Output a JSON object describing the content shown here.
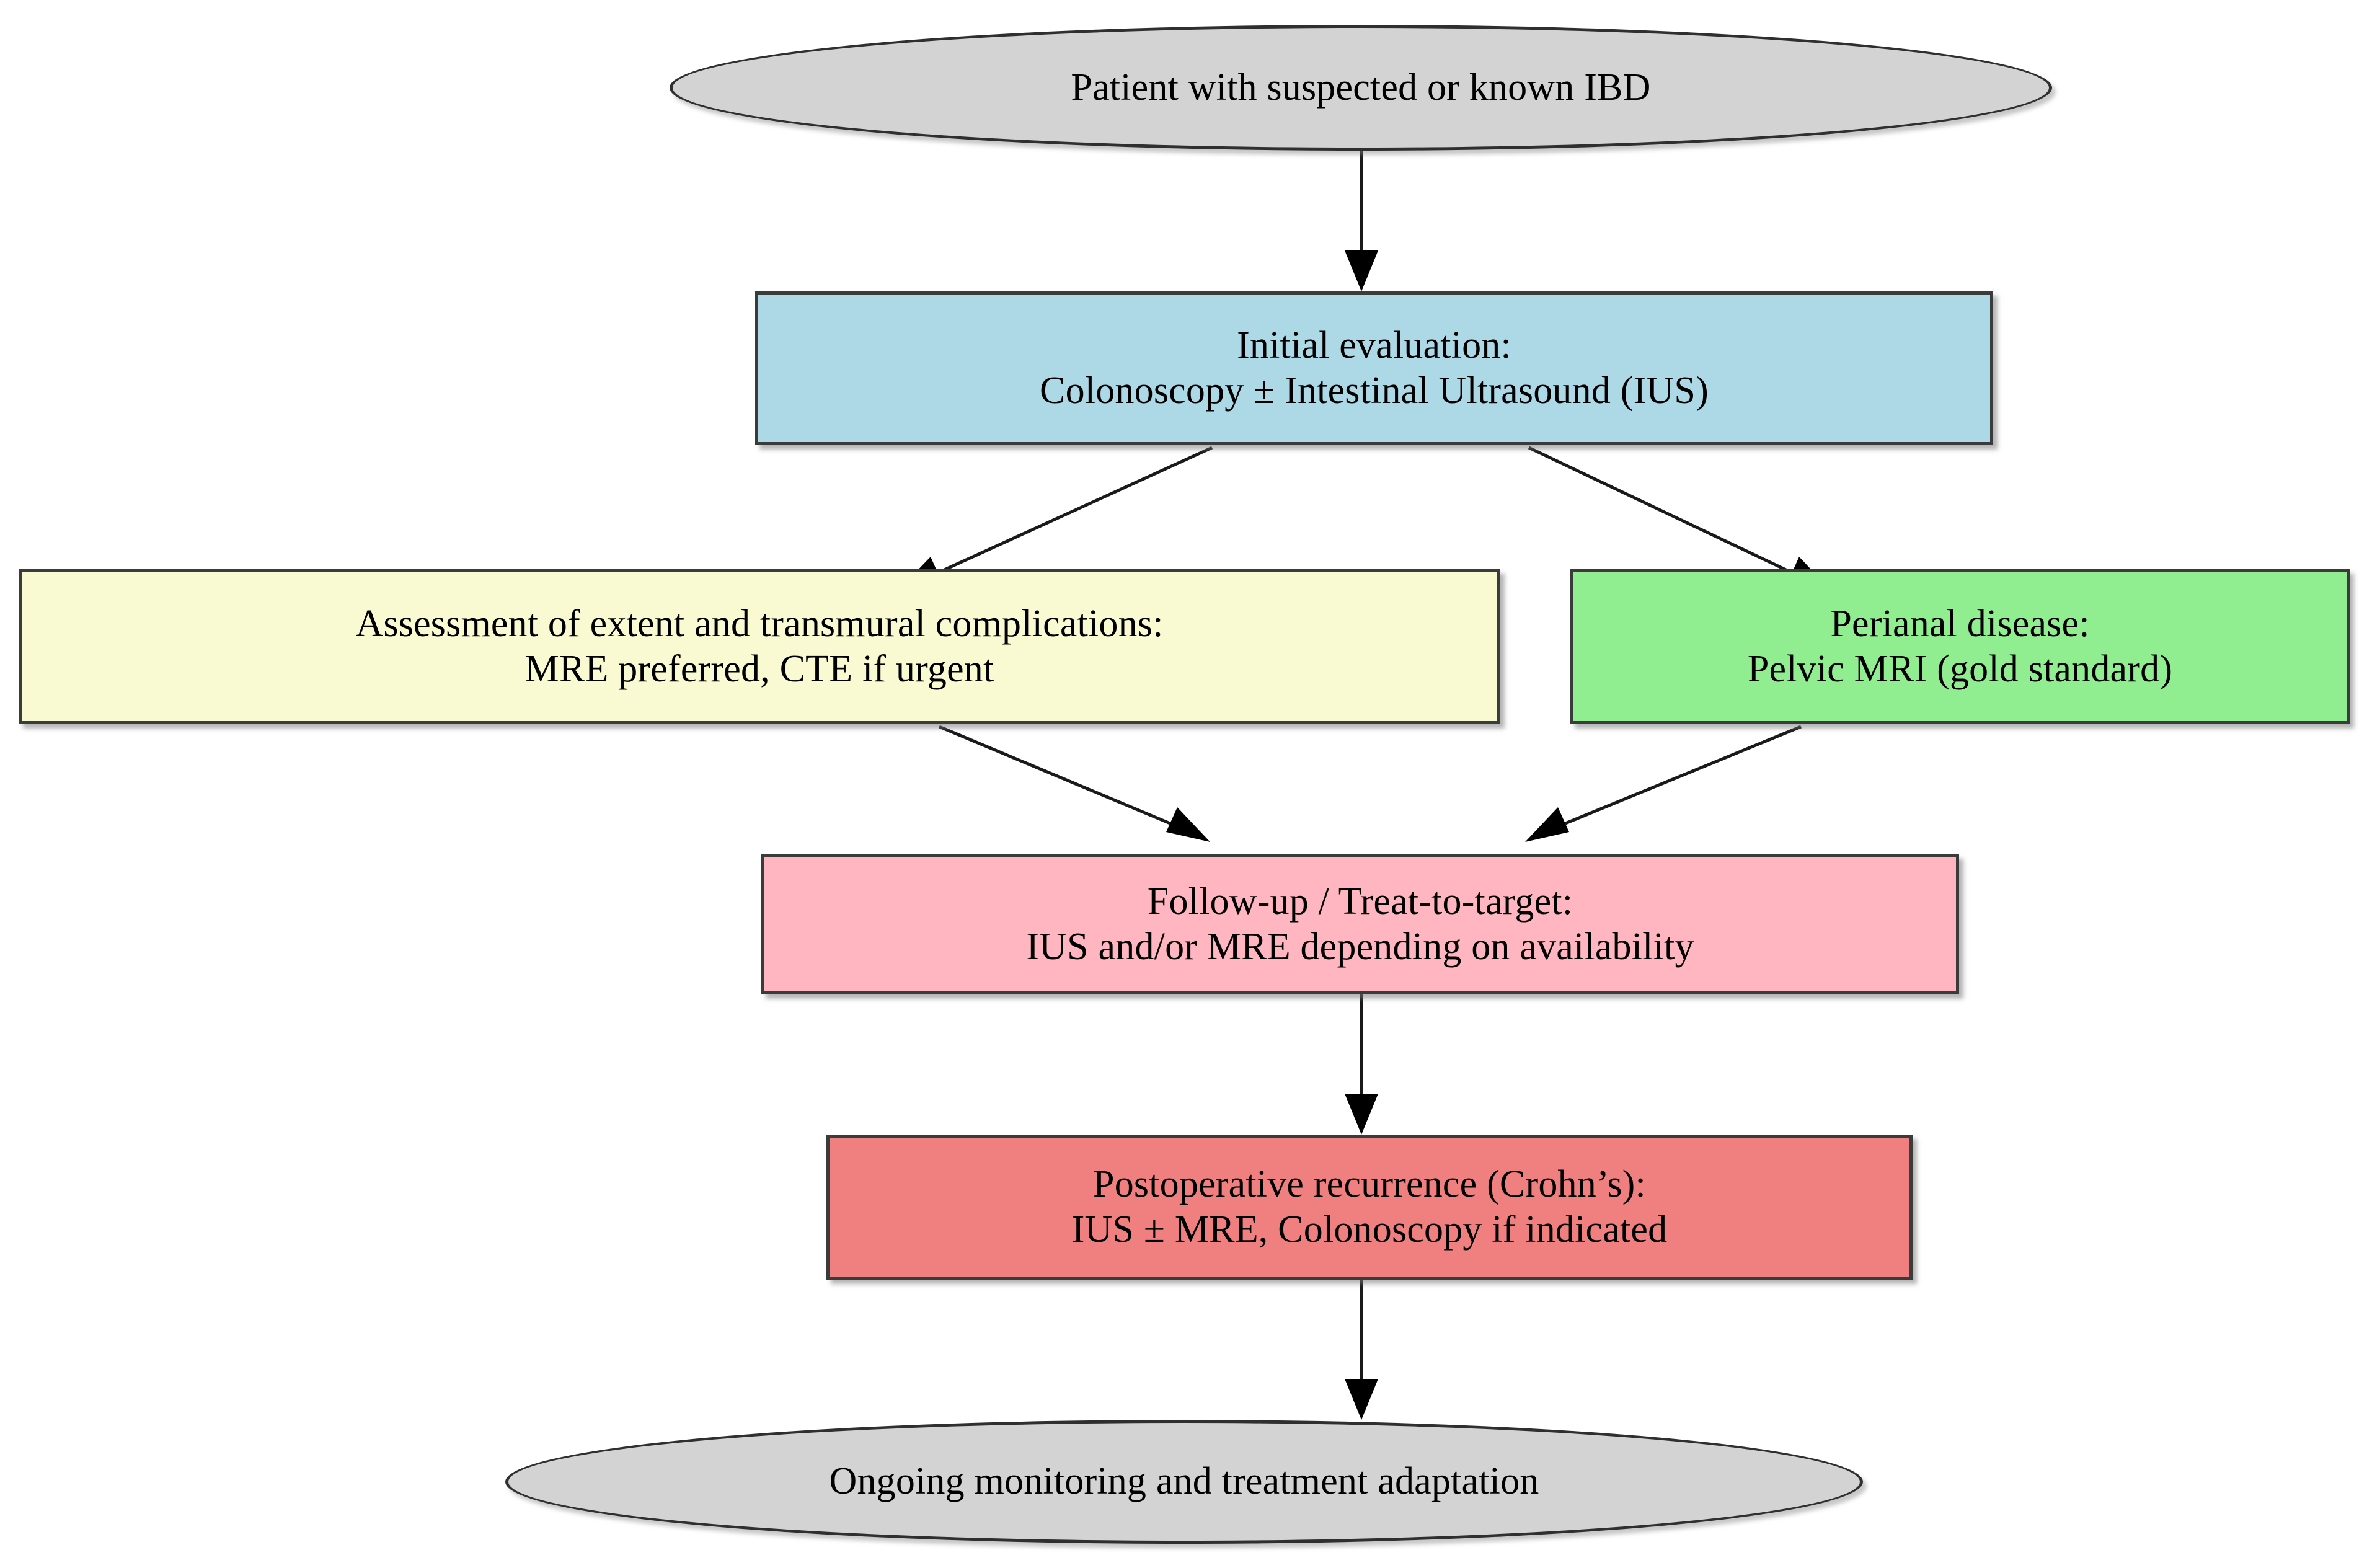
{
  "diagram": {
    "title": "IBD imaging pathway flowchart",
    "background": "#ffffff",
    "nodes": [
      {
        "id": "start",
        "shape": "ellipse",
        "fill": "#d3d3d3",
        "lines": [
          "Patient with suspected or known IBD"
        ]
      },
      {
        "id": "initial-evaluation",
        "shape": "box",
        "fill": "#add8e6",
        "lines": [
          "Initial evaluation:",
          "Colonoscopy ± Intestinal Ultrasound (IUS)"
        ]
      },
      {
        "id": "extent-assessment",
        "shape": "box",
        "fill": "#fafad2",
        "lines": [
          "Assessment of extent and transmural complications:",
          "MRE preferred, CTE if urgent"
        ]
      },
      {
        "id": "perianal-disease",
        "shape": "box",
        "fill": "#90ee90",
        "lines": [
          "Perianal disease:",
          "Pelvic MRI (gold standard)"
        ]
      },
      {
        "id": "follow-up",
        "shape": "box",
        "fill": "#ffb6c1",
        "lines": [
          "Follow-up / Treat-to-target:",
          "IUS and/or MRE depending on availability"
        ]
      },
      {
        "id": "postoperative-recurrence",
        "shape": "box",
        "fill": "#f08080",
        "lines": [
          "Postoperative recurrence (Crohn’s):",
          "IUS ± MRE, Colonoscopy if indicated"
        ]
      },
      {
        "id": "ongoing-monitoring",
        "shape": "ellipse",
        "fill": "#d3d3d3",
        "lines": [
          "Ongoing monitoring and treatment adaptation"
        ]
      }
    ],
    "edges": [
      {
        "from": "start",
        "to": "initial-evaluation"
      },
      {
        "from": "initial-evaluation",
        "to": "extent-assessment"
      },
      {
        "from": "initial-evaluation",
        "to": "perianal-disease"
      },
      {
        "from": "extent-assessment",
        "to": "follow-up"
      },
      {
        "from": "perianal-disease",
        "to": "follow-up"
      },
      {
        "from": "follow-up",
        "to": "postoperative-recurrence"
      },
      {
        "from": "postoperative-recurrence",
        "to": "ongoing-monitoring"
      }
    ]
  }
}
